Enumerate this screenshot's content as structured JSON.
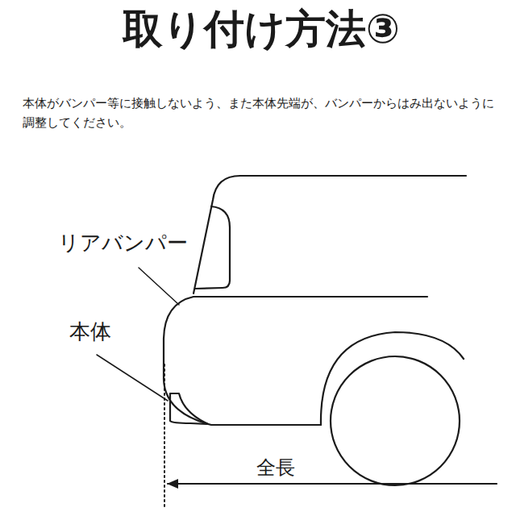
{
  "diagram": {
    "title": "取り付け方法③",
    "labels": [
      "本体がバンパー等に接触しないよう、また本体先端が、バンパーからはみ出ないように調整してください。",
      "リアバンパー",
      "本体",
      "全長"
    ]
  }
}
